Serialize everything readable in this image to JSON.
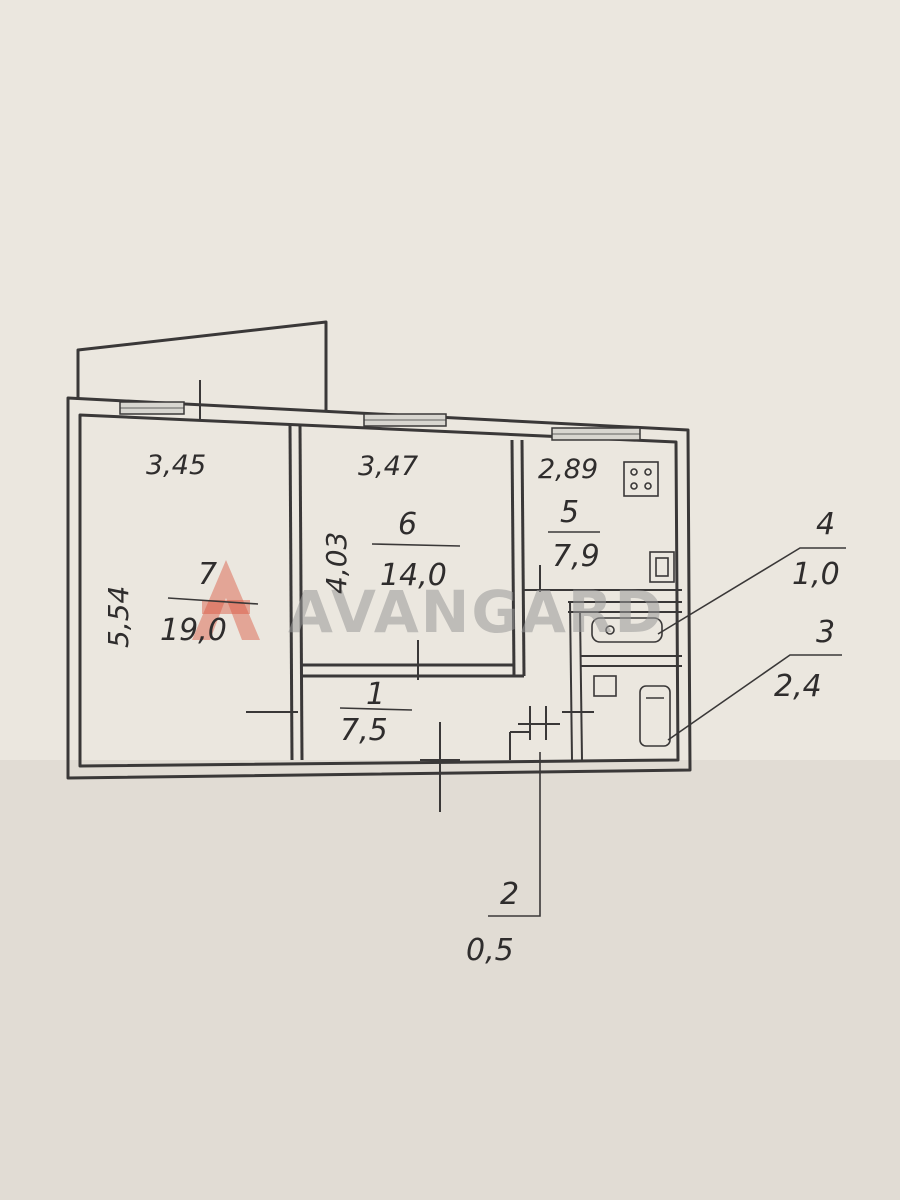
{
  "watermark": {
    "text": "AVANGARD",
    "logo_color": "#d9553d"
  },
  "rooms": {
    "r7": {
      "number": "7",
      "area": "19,0"
    },
    "r6": {
      "number": "6",
      "area": "14,0"
    },
    "r5": {
      "number": "5",
      "area": "7,9"
    },
    "r1": {
      "number": "1",
      "area": "7,5"
    },
    "r4": {
      "number": "4",
      "area": "1,0"
    },
    "r3": {
      "number": "3",
      "area": "2,4"
    },
    "r2": {
      "number": "2",
      "area": "0,5"
    }
  },
  "dimensions": {
    "w7": "3,45",
    "w6": "3,47",
    "w5": "2,89",
    "d7": "5,54",
    "d6": "4,03"
  }
}
